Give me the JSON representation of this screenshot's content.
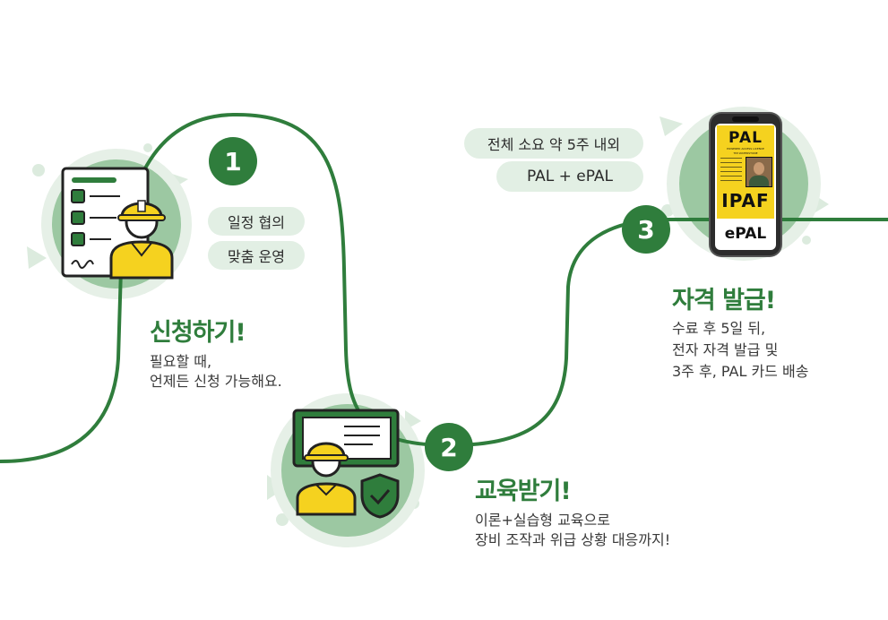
{
  "steps": [
    {
      "number": "1",
      "title": "신청하기!",
      "desc_lines": [
        "필요할 때,",
        "언제든 신청 가능해요."
      ],
      "pills": [
        "일정 협의",
        "맞춤 운영"
      ]
    },
    {
      "number": "2",
      "title": "교육받기!",
      "desc_lines": [
        "이론+실습형 교육으로",
        "장비 조작과 위급 상황 대응까지!"
      ]
    },
    {
      "number": "3",
      "title": "자격 발급!",
      "desc_lines": [
        "수료 후 5일 뒤,",
        "전자 자격 발급 및",
        "3주 후, PAL 카드 배송"
      ],
      "pills": [
        "전체 소요 약 5주 내외",
        "PAL + ePAL"
      ]
    }
  ],
  "card": {
    "logo_top": "PAL",
    "subtitle": "POWERED ACCESS LICENCE",
    "holder": "TIM WATERSTONE",
    "brand": "IPAF",
    "app_label": "ePAL"
  },
  "colors": {
    "accent": "#2f7d3c",
    "pill_bg": "#e2efe4",
    "helmet": "#f5d21f",
    "circle_light": "#cfe3d1",
    "circle_mid": "#9cc8a2"
  },
  "icons": [
    "application-form-worker-icon",
    "training-worker-screen-icon",
    "phone-pal-card-icon",
    "shield-check-icon"
  ]
}
